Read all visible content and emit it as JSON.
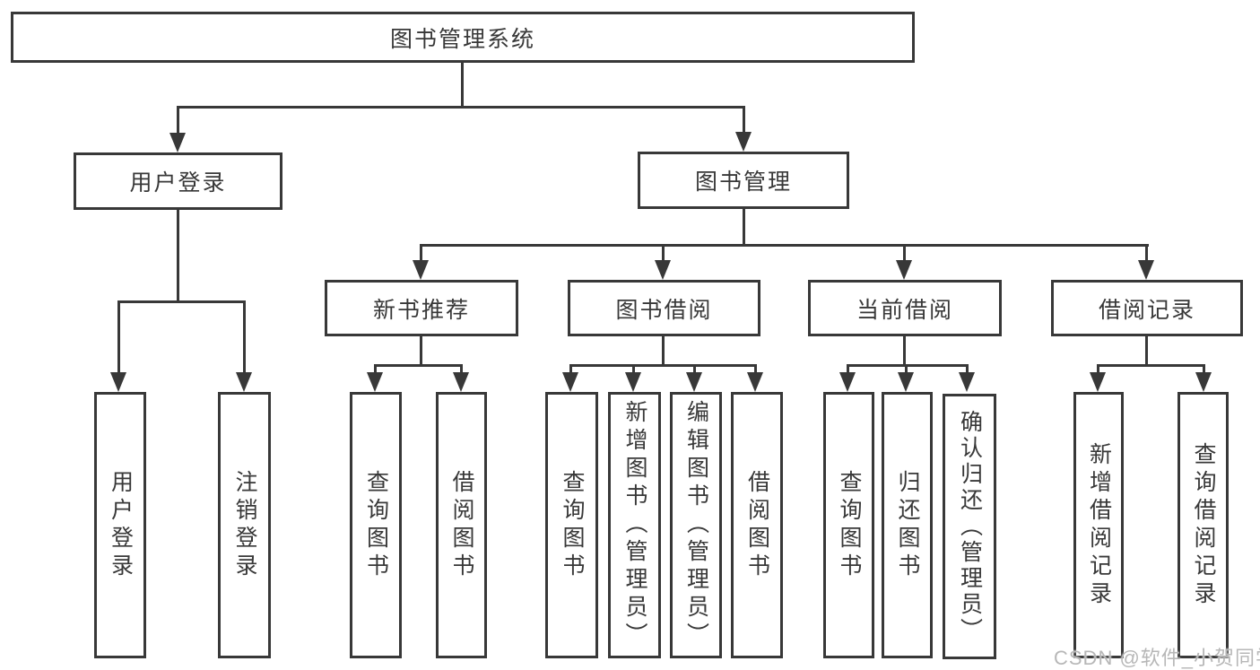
{
  "diagram": {
    "type": "tree",
    "orientation": "top-down"
  },
  "tree": {
    "root": {
      "label": "图书管理系统",
      "children": [
        {
          "label": "用户登录",
          "children": [
            {
              "label": "用户登录"
            },
            {
              "label": "注销登录"
            }
          ]
        },
        {
          "label": "图书管理",
          "children": [
            {
              "label": "新书推荐",
              "children": [
                {
                  "label": "查询图书"
                },
                {
                  "label": "借阅图书"
                }
              ]
            },
            {
              "label": "图书借阅",
              "children": [
                {
                  "label": "查询图书"
                },
                {
                  "label": "新增图书（管理员）"
                },
                {
                  "label": "编辑图书（管理员）"
                },
                {
                  "label": "借阅图书"
                }
              ]
            },
            {
              "label": "当前借阅",
              "children": [
                {
                  "label": "查询图书"
                },
                {
                  "label": "归还图书"
                },
                {
                  "label": "确认归还（管理员）"
                }
              ]
            },
            {
              "label": "借阅记录",
              "children": [
                {
                  "label": "新增借阅记录"
                },
                {
                  "label": "查询借阅记录"
                }
              ]
            }
          ]
        }
      ]
    }
  },
  "watermark": {
    "text": "CSDN @软件_小贺同学"
  },
  "colors": {
    "line": "#383838",
    "text": "#383838",
    "watermark": "#b7b7b7",
    "background": "#ffffff"
  }
}
